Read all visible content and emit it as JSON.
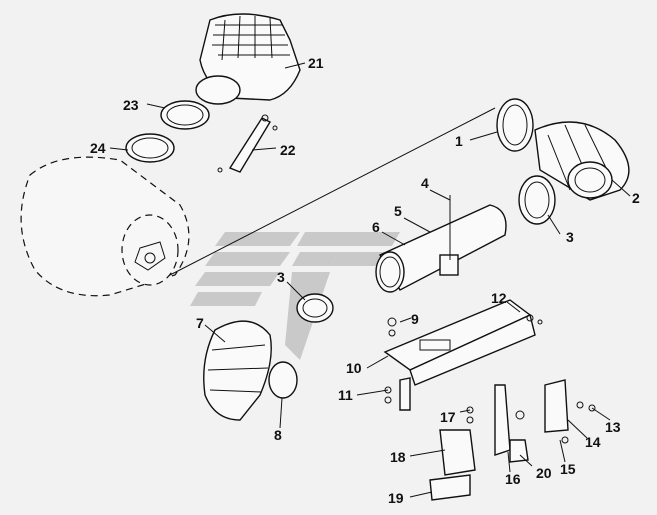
{
  "callouts": [
    {
      "id": "c1",
      "text": "1"
    },
    {
      "id": "c2",
      "text": "2"
    },
    {
      "id": "c3a",
      "text": "3"
    },
    {
      "id": "c3b",
      "text": "3"
    },
    {
      "id": "c4",
      "text": "4"
    },
    {
      "id": "c5",
      "text": "5"
    },
    {
      "id": "c6",
      "text": "6"
    },
    {
      "id": "c7",
      "text": "7"
    },
    {
      "id": "c8",
      "text": "8"
    },
    {
      "id": "c9",
      "text": "9"
    },
    {
      "id": "c10",
      "text": "10"
    },
    {
      "id": "c11",
      "text": "11"
    },
    {
      "id": "c12",
      "text": "12"
    },
    {
      "id": "c13",
      "text": "13"
    },
    {
      "id": "c14",
      "text": "14"
    },
    {
      "id": "c15",
      "text": "15"
    },
    {
      "id": "c16",
      "text": "16"
    },
    {
      "id": "c17",
      "text": "17"
    },
    {
      "id": "c18",
      "text": "18"
    },
    {
      "id": "c19",
      "text": "19"
    },
    {
      "id": "c20",
      "text": "20"
    },
    {
      "id": "c21",
      "text": "21"
    },
    {
      "id": "c22",
      "text": "22"
    },
    {
      "id": "c23",
      "text": "23"
    },
    {
      "id": "c24",
      "text": "24"
    }
  ],
  "colors": {
    "background": "#f2f2f2",
    "line": "#111111",
    "watermark": "#c9c9c9"
  }
}
